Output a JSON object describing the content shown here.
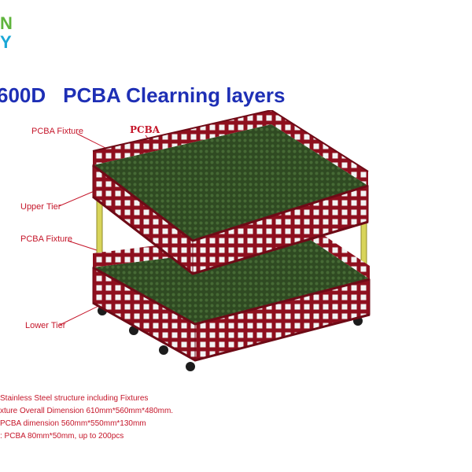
{
  "logo": {
    "line1": "N",
    "line2": "Y"
  },
  "title": {
    "model": "600D",
    "text": "PCBA  Clearning layers"
  },
  "callouts": {
    "pcba_fixture_top": "PCBA Fixture",
    "pcba": "PCBA",
    "upper_tier": "Upper Tier",
    "pcba_fixture_mid": "PCBA Fixture",
    "lower_tier": "Lower Tier"
  },
  "specs": [
    "Stainless Steel structure including Fixtures",
    "xture Overall Dimension 610mm*560mm*480mm.",
    "PCBA dimension 560mm*550mm*130mm",
    ": PCBA 80mm*50mm, up to 200pcs"
  ],
  "colors": {
    "frame": "#8e0f1e",
    "mesh": "#2f4a22",
    "post": "#d8d45a",
    "title": "#1e2fb5",
    "callout": "#c5162a"
  }
}
